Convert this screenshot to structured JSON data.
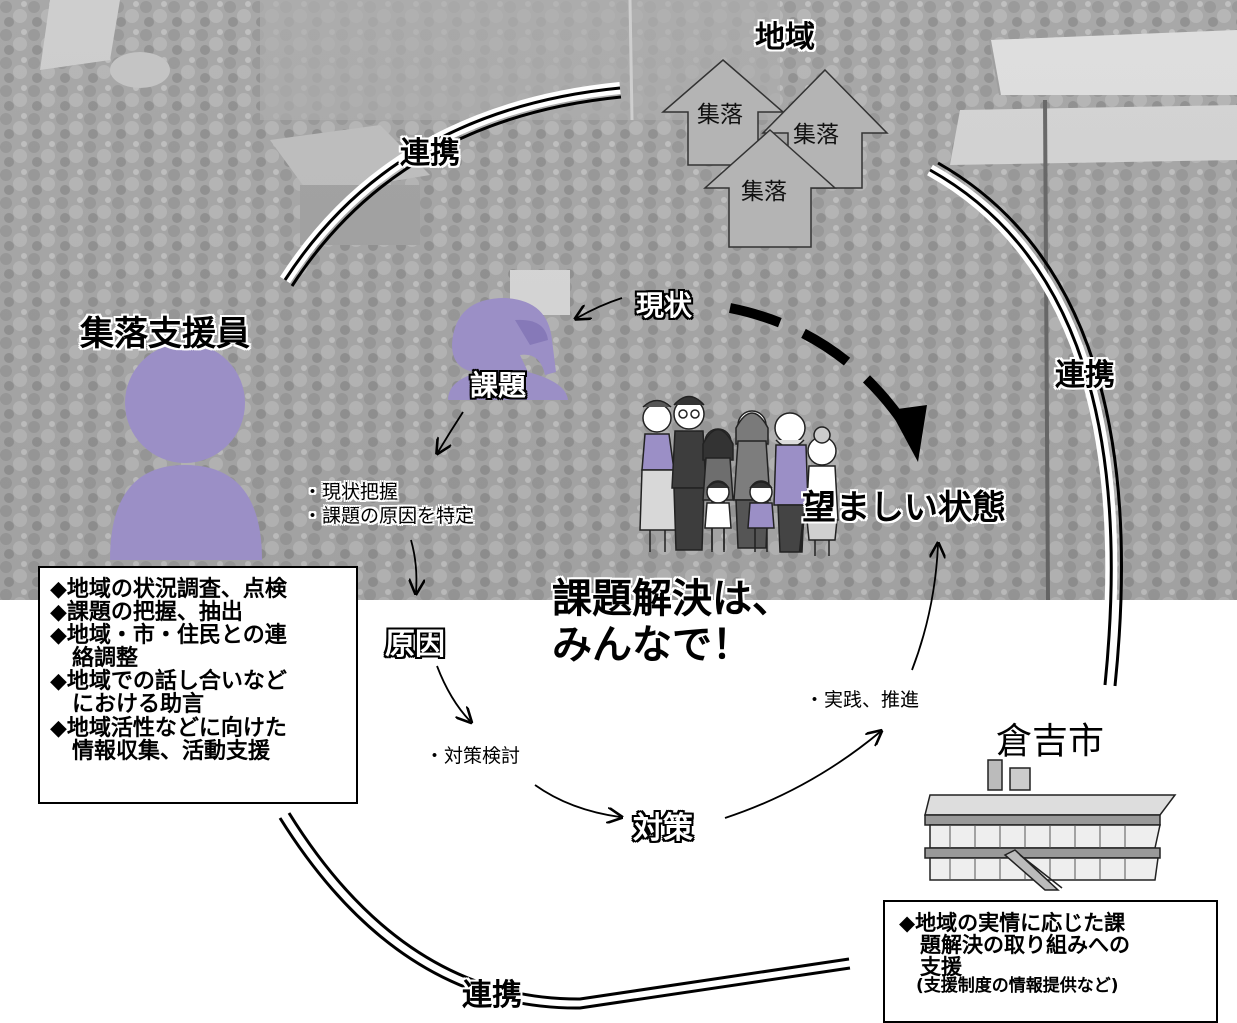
{
  "labels": {
    "region": "地域",
    "village": "集落",
    "supporter": "集落支援員",
    "city": "倉吉市",
    "link": "連携",
    "current_state": "現状",
    "issue": "課題",
    "cause": "原因",
    "measure": "対策",
    "desired_state": "望ましい状態",
    "slogan_line1": "課題解決は、",
    "slogan_line2": "みんなで！"
  },
  "steps": {
    "grasp_line1": "・現状把握",
    "grasp_line2": "・課題の原因を特定",
    "examine": "・対策検討",
    "practice": "・実践、推進"
  },
  "supporter_roles": [
    "◆地域の状況調査、点検",
    "◆課題の把握、抽出",
    "◆地域・市・住民との連",
    "　絡調整",
    "◆地域での話し合いなど",
    "　における助言",
    "◆地域活性などに向けた",
    "　情報収集、活動支援"
  ],
  "city_roles": [
    "◆地域の実情に応じた課",
    "　題解決の取り組みへの",
    "　支援",
    "　(支援制度の情報提供など)"
  ],
  "colors": {
    "person_purple": "#9b8fc6",
    "house_gray": "#b4b4b4",
    "photo_dark": "#777777"
  }
}
